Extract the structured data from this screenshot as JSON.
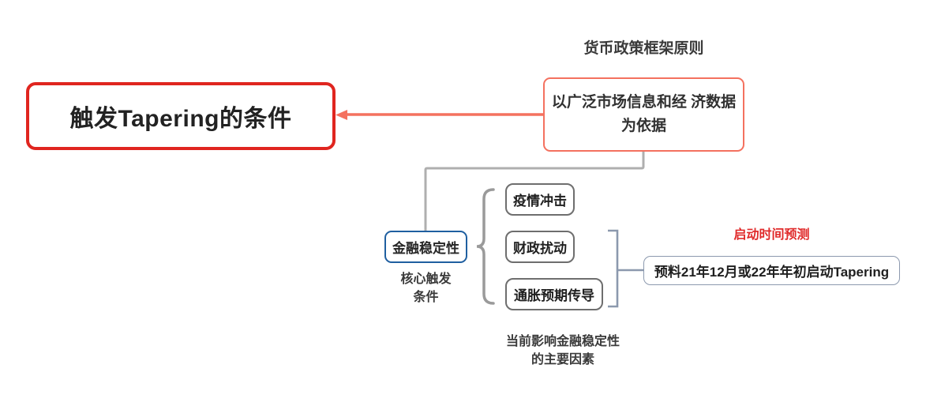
{
  "diagram": {
    "type": "mind-map",
    "title": "触发Tapering的条件",
    "background": "#FFFFFF",
    "colors": {
      "root_border": "#E0251F",
      "principle_border": "#F4715F",
      "stability_border": "#1F5FA0",
      "factor_border": "#6E6E6E",
      "prediction_border": "#8C99AE",
      "connector_red": "#F4715F",
      "connector_gray": "#AFAFAF",
      "brace_gray": "#9A9A9A",
      "bracket_blue_gray": "#8C99AE",
      "label_red": "#E02A2A",
      "text_dark": "#222222"
    }
  },
  "root": {
    "label": "触发Tapering的条件"
  },
  "principle": {
    "caption": "货币政策框架原则",
    "label": "以广泛市场信息和经\n济数据为依据"
  },
  "stability": {
    "label": "金融稳定性",
    "caption": "核心触发\n条件"
  },
  "factors": {
    "caption": "当前影响金融稳定性\n的主要因素",
    "items": [
      {
        "label": "疫情冲击"
      },
      {
        "label": "财政扰动"
      },
      {
        "label": "通胀预期传导"
      }
    ]
  },
  "prediction": {
    "caption": "启动时间预测",
    "label": "预料21年12月或22年年初启动Tapering"
  }
}
